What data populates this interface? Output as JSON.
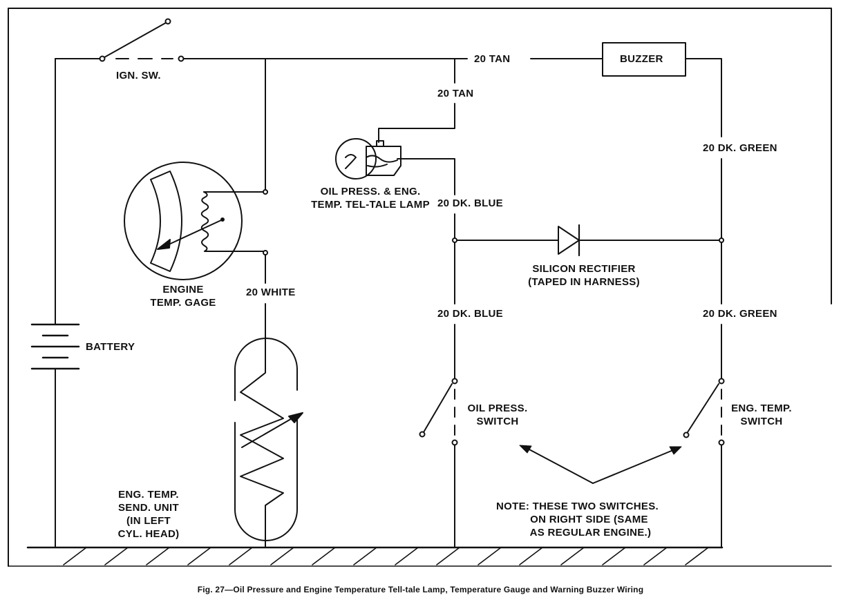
{
  "labels": {
    "ign_sw": "IGN. SW.",
    "wire_tan_top": "20 TAN",
    "buzzer": "BUZZER",
    "wire_tan_drop": "20 TAN",
    "wire_dk_green_upper": "20 DK. GREEN",
    "lamp": "OIL PRESS. & ENG.\nTEMP. TEL-TALE LAMP",
    "wire_dk_blue_upper": "20 DK. BLUE",
    "rectifier": "SILICON RECTIFIER\n(TAPED IN HARNESS)",
    "gage": "ENGINE\nTEMP. GAGE",
    "wire_white": "20 WHITE",
    "wire_dk_blue_lower": "20 DK. BLUE",
    "wire_dk_green_lower": "20 DK. GREEN",
    "battery": "BATTERY",
    "oil_switch": "OIL PRESS.\nSWITCH",
    "temp_switch": "ENG. TEMP.\nSWITCH",
    "send_unit": "ENG. TEMP.\nSEND. UNIT\n(IN LEFT\nCYL. HEAD)",
    "note": "NOTE: THESE TWO SWITCHES.\n           ON RIGHT SIDE (SAME\n           AS REGULAR ENGINE.)"
  },
  "caption": "Fig. 27—Oil Pressure and Engine Temperature Tell-tale Lamp, Temperature Gauge and Warning Buzzer Wiring",
  "colors": {
    "ink": "#111111",
    "paper": "#ffffff"
  }
}
